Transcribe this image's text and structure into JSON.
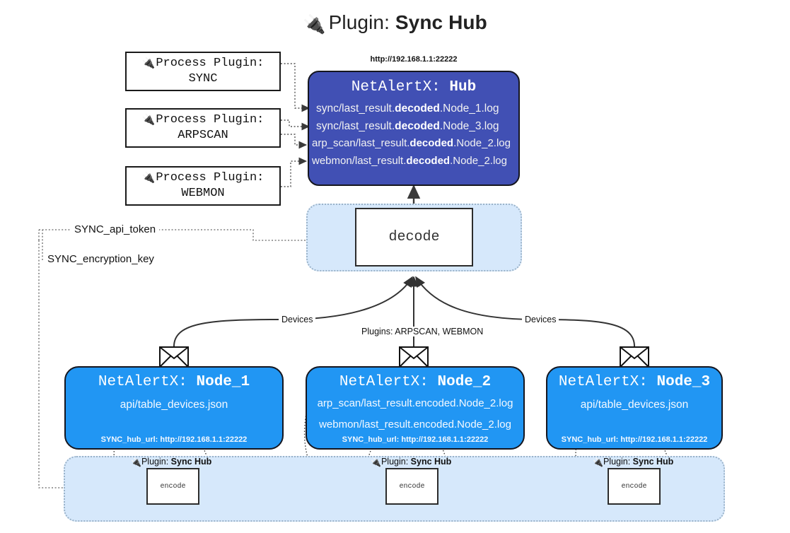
{
  "title": {
    "icon": "plug-icon",
    "prefix": "Plugin:",
    "name": "Sync Hub",
    "glyph": "🔌"
  },
  "process_plugins": [
    {
      "line1": "Process Plugin:",
      "line2": "SYNC",
      "icon": "plug-icon"
    },
    {
      "line1": "Process Plugin:",
      "line2": "ARPSCAN",
      "icon": "plug-icon"
    },
    {
      "line1": "Process Plugin:",
      "line2": "WEBMON",
      "icon": "plug-icon"
    }
  ],
  "hub": {
    "url": "http://192.168.1.1:22222",
    "title_prefix": "NetAlertX:",
    "title_name": "Hub",
    "color": "#4150b4",
    "logs": [
      {
        "pre": "sync/last_result.",
        "bold": "decoded",
        "post": ".Node_1.log"
      },
      {
        "pre": "sync/last_result.",
        "bold": "decoded",
        "post": ".Node_3.log"
      },
      {
        "pre": "arp_scan/last_result.",
        "bold": "decoded",
        "post": ".Node_2.log"
      },
      {
        "pre": "webmon/last_result.",
        "bold": "decoded",
        "post": ".Node_2.log"
      }
    ]
  },
  "decode": {
    "label": "decode"
  },
  "tokens": [
    {
      "label": "SYNC_api_token"
    },
    {
      "label": "SYNC_encryption_key"
    }
  ],
  "edge_labels": {
    "devices_left": "Devices",
    "devices_right": "Devices",
    "plugins_center": "Plugins: ARPSCAN, WEBMON"
  },
  "nodes": [
    {
      "title_prefix": "NetAlertX:",
      "title_name": "Node_1",
      "lines": [
        "api/table_devices.json"
      ],
      "footer": "SYNC_hub_url: http://192.168.1.1:22222",
      "color": "#2196f3",
      "icon": "envelope-icon"
    },
    {
      "title_prefix": "NetAlertX:",
      "title_name": "Node_2",
      "lines": [
        "arp_scan/last_result.encoded.Node_2.log",
        "webmon/last_result.encoded.Node_2.log"
      ],
      "footer": "SYNC_hub_url: http://192.168.1.1:22222",
      "color": "#2196f3",
      "icon": "envelope-icon"
    },
    {
      "title_prefix": "NetAlertX:",
      "title_name": "Node_3",
      "lines": [
        "api/table_devices.json"
      ],
      "footer": "SYNC_hub_url: http://192.168.1.1:22222",
      "color": "#2196f3",
      "icon": "envelope-icon"
    }
  ],
  "encoders": [
    {
      "tag_prefix": "Plugin:",
      "tag_name": "Sync Hub",
      "label": "encode",
      "icon": "plug-icon"
    },
    {
      "tag_prefix": "Plugin:",
      "tag_name": "Sync Hub",
      "label": "encode",
      "icon": "plug-icon"
    },
    {
      "tag_prefix": "Plugin:",
      "tag_name": "Sync Hub",
      "label": "encode",
      "icon": "plug-icon"
    }
  ]
}
